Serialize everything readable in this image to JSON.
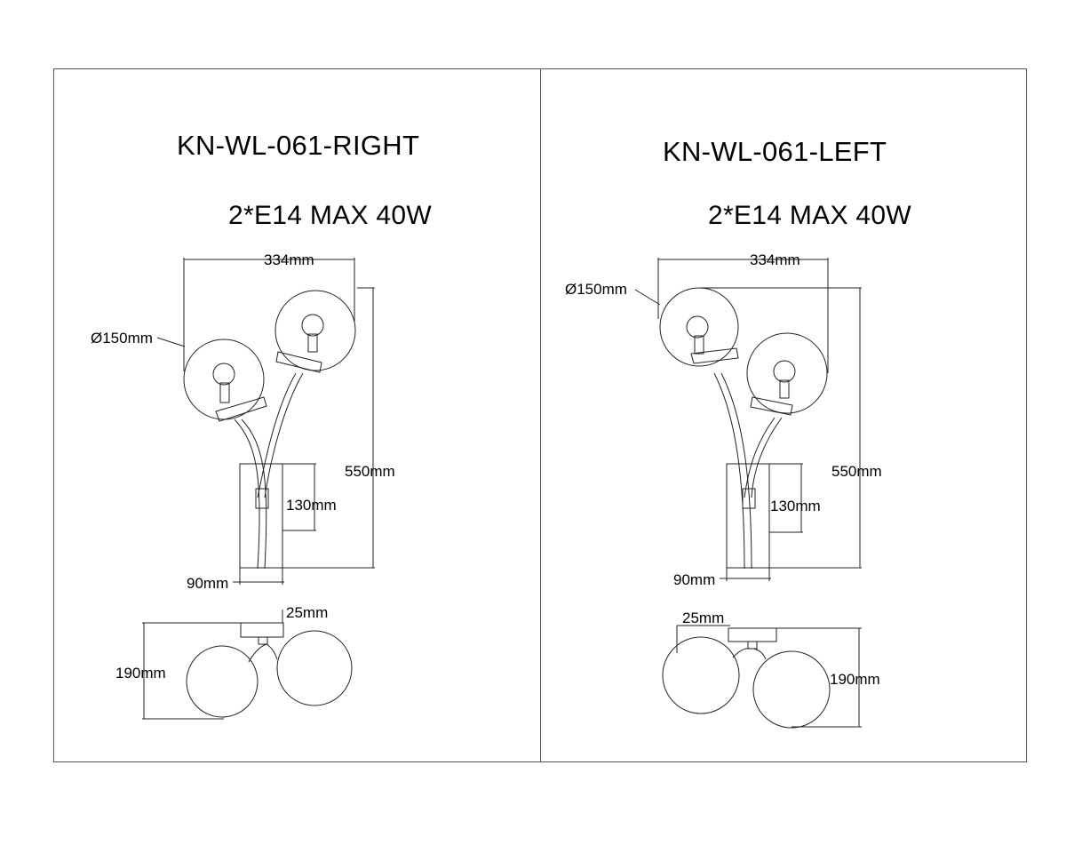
{
  "panels": [
    {
      "id": "right",
      "title": "KN-WL-061-RIGHT",
      "spec": "2*E14 MAX 40W",
      "dims": {
        "width": "334mm",
        "globe_diameter": "Ø150mm",
        "height": "550mm",
        "backplate_height": "130mm",
        "backplate_width": "90mm",
        "projection": "190mm",
        "backplate_depth": "25mm"
      }
    },
    {
      "id": "left",
      "title": "KN-WL-061-LEFT",
      "spec": "2*E14 MAX 40W",
      "dims": {
        "width": "334mm",
        "globe_diameter": "Ø150mm",
        "height": "550mm",
        "backplate_height": "130mm",
        "backplate_width": "90mm",
        "projection": "190mm",
        "backplate_depth": "25mm"
      }
    }
  ]
}
